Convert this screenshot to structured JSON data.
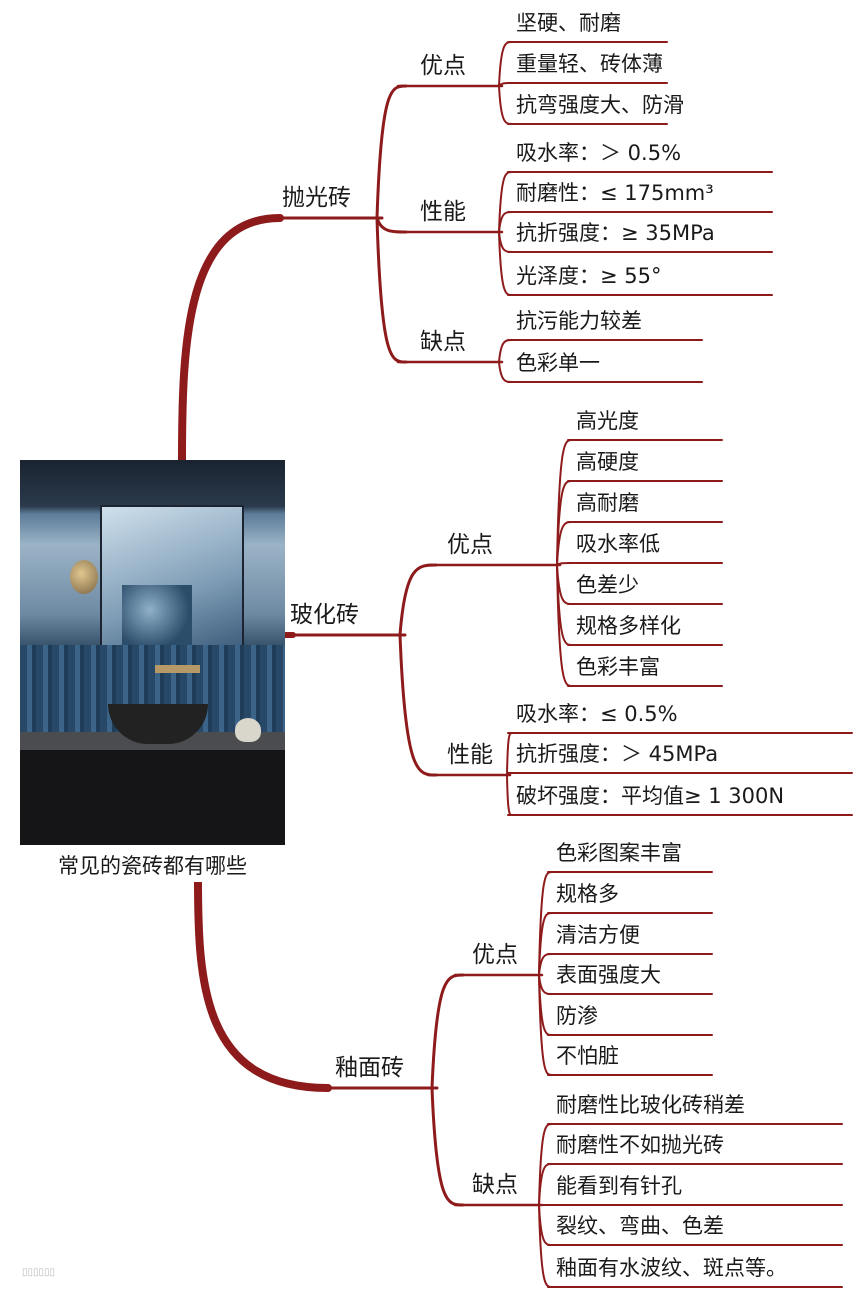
{
  "root": {
    "caption": "常见的瓷砖都有哪些"
  },
  "branches": [
    {
      "label": "抛光砖",
      "groups": [
        {
          "label": "优点",
          "items": [
            "坚硬、耐磨",
            "重量轻、砖体薄",
            "抗弯强度大、防滑"
          ]
        },
        {
          "label": "性能",
          "items": [
            "吸水率：＞ 0.5%",
            "耐磨性：≤ 175mm³",
            "抗折强度：≥ 35MPa",
            "光泽度：≥ 55°"
          ]
        },
        {
          "label": "缺点",
          "items": [
            "抗污能力较差",
            "色彩单一"
          ]
        }
      ]
    },
    {
      "label": "玻化砖",
      "groups": [
        {
          "label": "优点",
          "items": [
            "高光度",
            "高硬度",
            "高耐磨",
            "吸水率低",
            "色差少",
            "规格多样化",
            "色彩丰富"
          ]
        },
        {
          "label": "性能",
          "items": [
            "吸水率：≤ 0.5%",
            "抗折强度：＞ 45MPa",
            "破坏强度：平均值≥ 1 300N"
          ]
        }
      ]
    },
    {
      "label": "釉面砖",
      "groups": [
        {
          "label": "优点",
          "items": [
            "色彩图案丰富",
            "规格多",
            "清洁方便",
            "表面强度大",
            "防渗",
            "不怕脏"
          ]
        },
        {
          "label": "缺点",
          "items": [
            "耐磨性比玻化砖稍差",
            "耐磨性不如抛光砖",
            "能看到有针孔",
            "裂纹、弯曲、色差",
            "釉面有水波纹、斑点等。"
          ]
        }
      ]
    }
  ],
  "colors": {
    "line": "#8e1b1b",
    "text": "#1a1a1a"
  }
}
